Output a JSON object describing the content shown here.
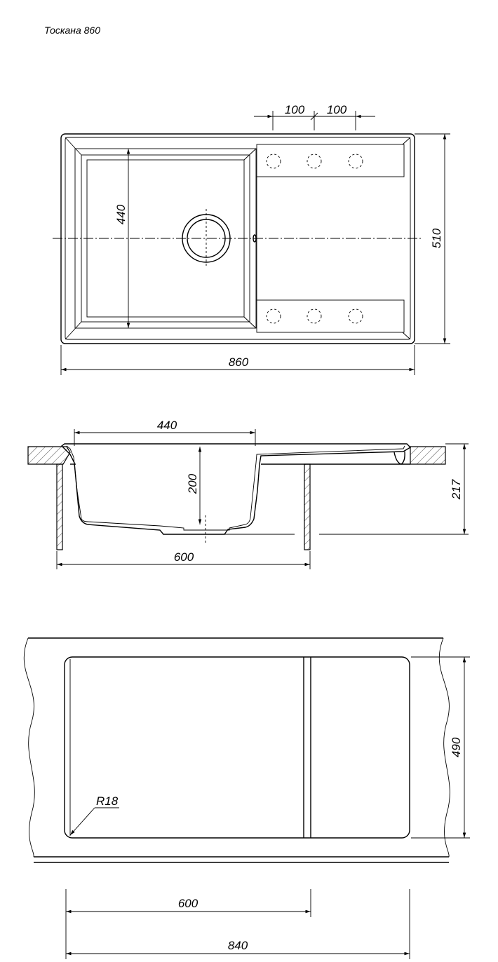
{
  "title": "Тоскана 860",
  "top_view": {
    "dim_width": "860",
    "dim_depth": "510",
    "dim_bowl": "440",
    "dim_hole_spacing_1": "100",
    "dim_hole_spacing_2": "100"
  },
  "section_view": {
    "dim_bowl_width": "440",
    "dim_bowl_depth": "200",
    "dim_total_height": "217",
    "dim_cabinet": "600"
  },
  "cutout_view": {
    "dim_depth": "490",
    "dim_radius": "R18",
    "dim_cabinet": "600",
    "dim_width": "840"
  }
}
